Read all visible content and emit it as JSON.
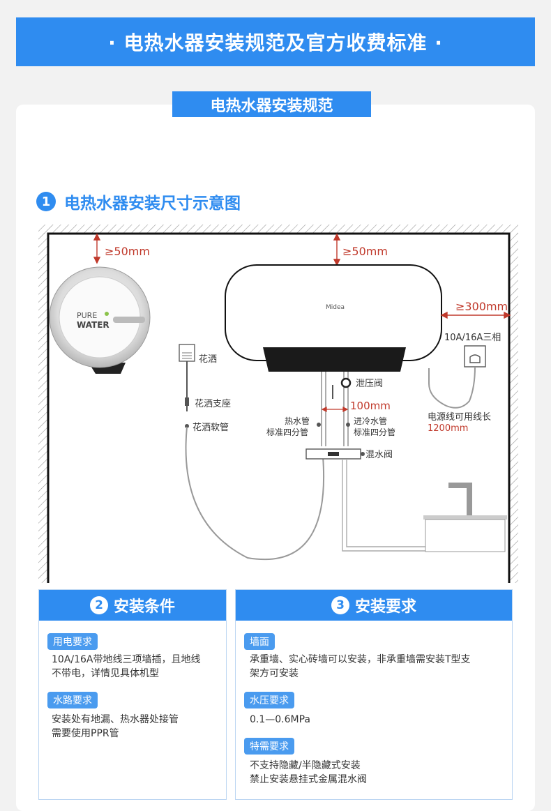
{
  "header": {
    "banner_title": "· 电热水器安装规范及官方收费标准 ·"
  },
  "section": {
    "title": "电热水器安装规范"
  },
  "step1": {
    "num": "1",
    "title": "电热水器安装尺寸示意图"
  },
  "diagram": {
    "top_gap_left": "≥50mm",
    "top_gap_center": "≥50mm",
    "side_gap": "≥300mm",
    "purifier_line1": "PURE",
    "purifier_line2": "WATER",
    "heater_brand": "Midea",
    "socket_label": "10A/16A三相",
    "shower_head": "花洒",
    "shower_holder": "花洒支座",
    "shower_hose": "花洒软管",
    "relief_valve": "泄压阀",
    "pipe_gap": "100mm",
    "hot_pipe_l1": "热水管",
    "hot_pipe_l2": "标准四分管",
    "cold_pipe_l1": "进冷水管",
    "cold_pipe_l2": "标准四分管",
    "mix_valve": "混水阀",
    "cord_label": "电源线可用线长",
    "cord_length": "1200mm"
  },
  "box2": {
    "num": "2",
    "title": "安装条件",
    "tag1": "用电要求",
    "desc1_l1": "10A/16A带地线三项墙插，且地线",
    "desc1_l2": "不带电，详情见具体机型",
    "tag2": "水路要求",
    "desc2_l1": "安装处有地漏、热水器处接管",
    "desc2_l2": "需要使用PPR管"
  },
  "box3": {
    "num": "3",
    "title": "安装要求",
    "tag1": "墙面",
    "desc1_l1": "承重墙、实心砖墙可以安装，非承重墙需安装T型支",
    "desc1_l2": "架方可安装",
    "tag2": "水压要求",
    "desc2_l1": "0.1—0.6MPa",
    "tag3": "特需要求",
    "desc3_l1": "不支持隐藏/半隐藏式安装",
    "desc3_l2": "禁止安装悬挂式金属混水阀"
  }
}
